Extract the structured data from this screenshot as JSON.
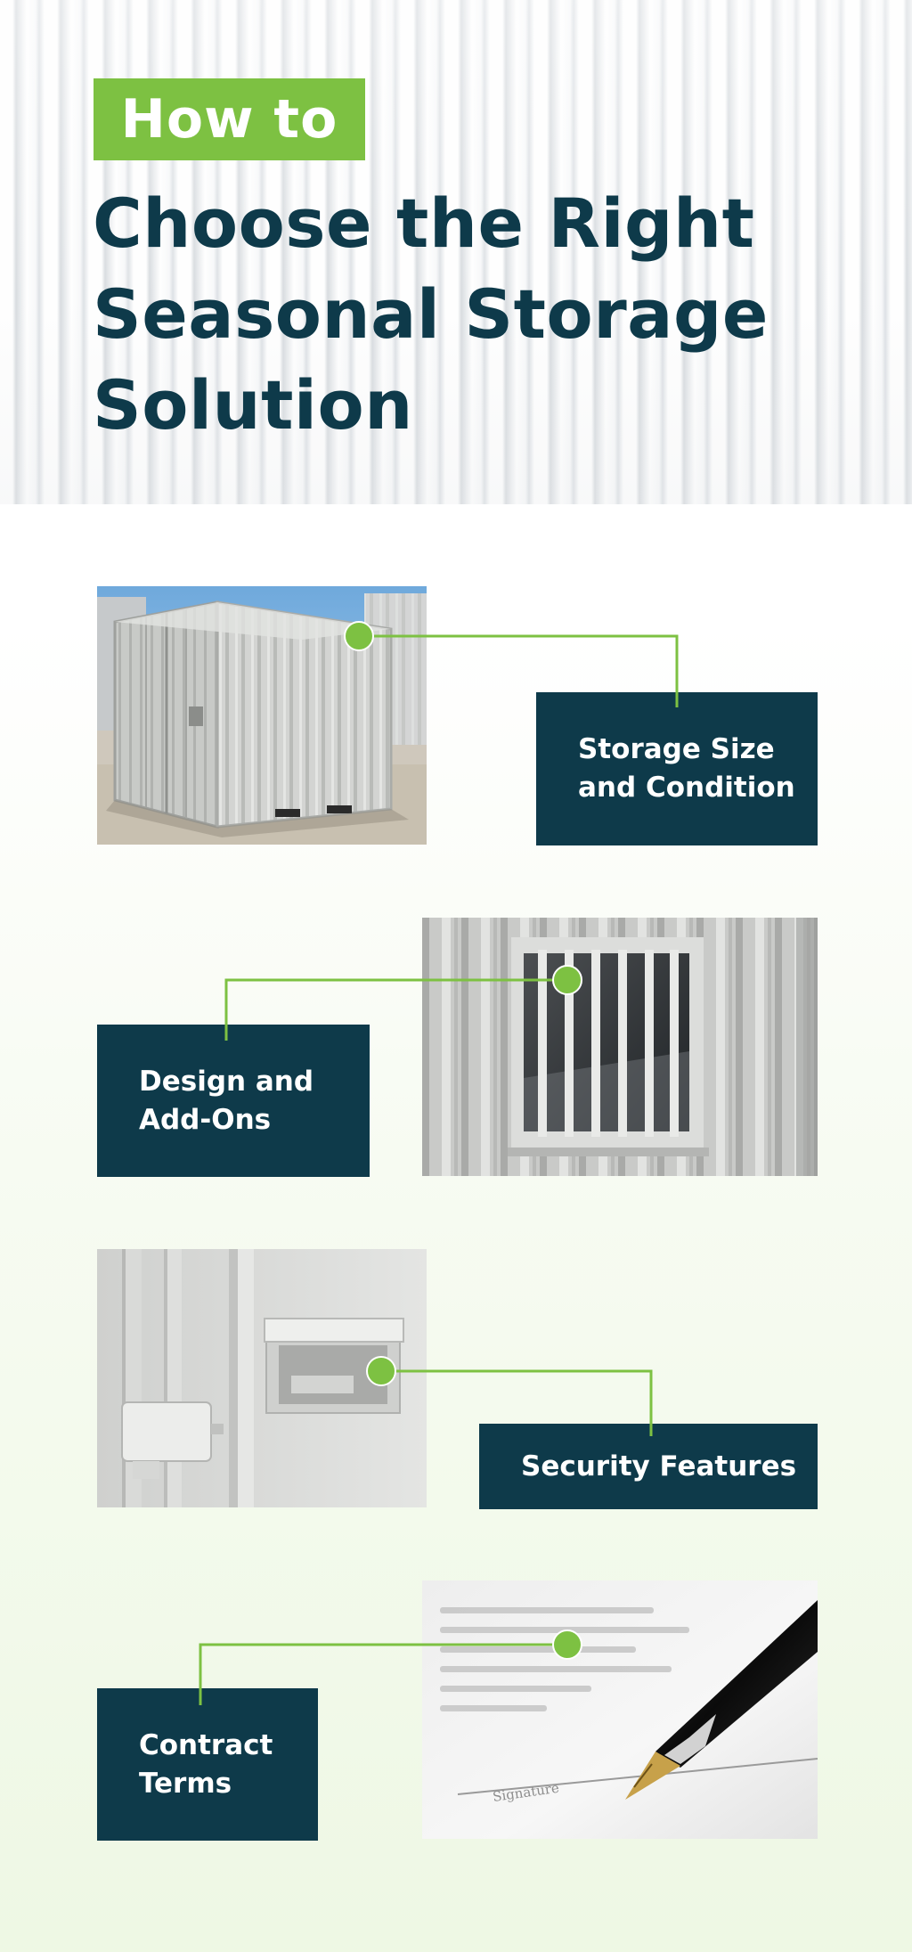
{
  "header": {
    "badge": "How to",
    "title_lines": [
      "Choose the Right",
      "Seasonal Storage",
      "Solution"
    ]
  },
  "steps": [
    {
      "label_lines": [
        "Storage Size",
        "and Condition"
      ],
      "photo": "storage-container-photo"
    },
    {
      "label_lines": [
        "Design and",
        "Add-Ons"
      ],
      "photo": "barred-window-photo"
    },
    {
      "label_lines": [
        "Security Features"
      ],
      "photo": "lockbox-photo"
    },
    {
      "label_lines": [
        "Contract",
        "Terms"
      ],
      "photo": "signature-pen-photo"
    }
  ],
  "colors": {
    "accent": "#7dc142",
    "navy": "#0e3a4a",
    "background_tint": "#eef8e4"
  }
}
